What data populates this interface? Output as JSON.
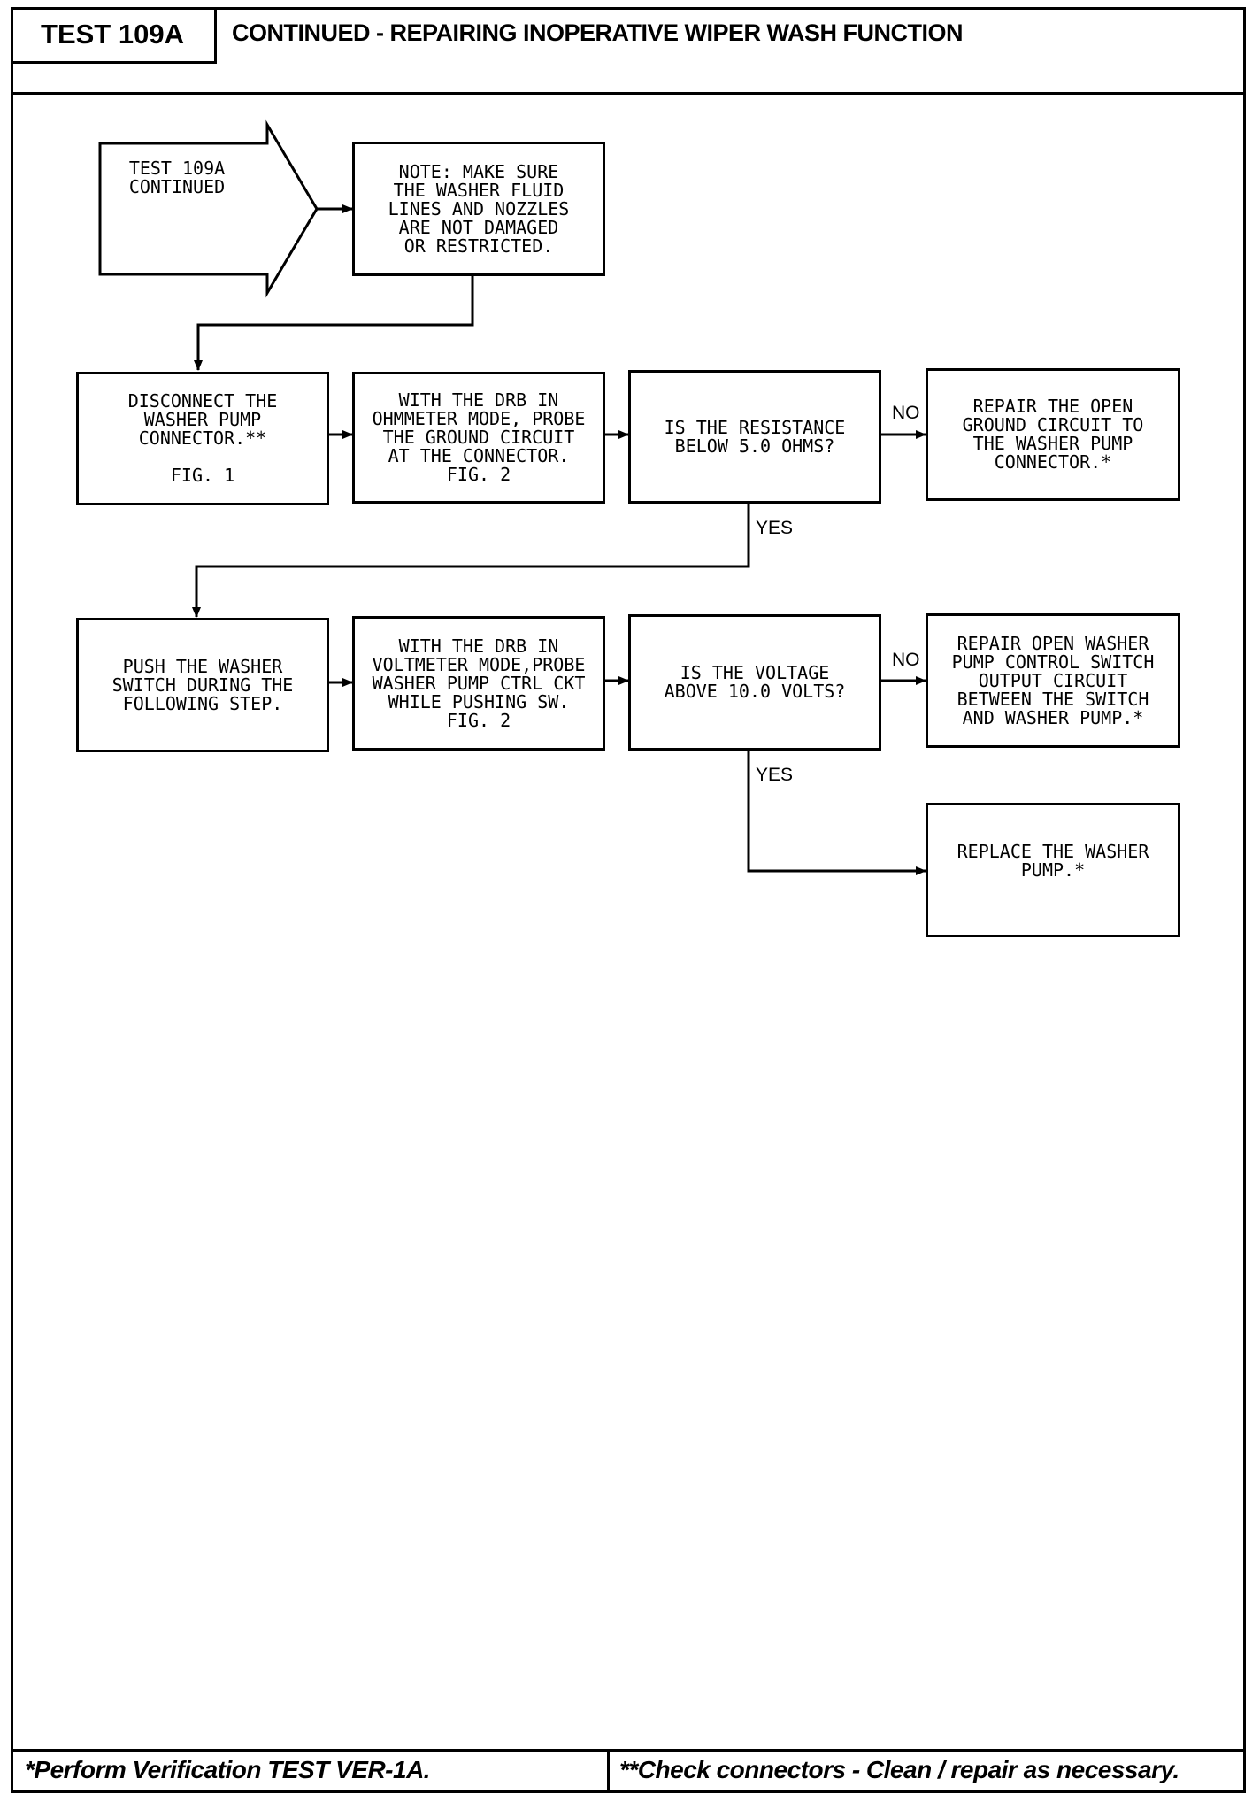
{
  "header": {
    "test_id": "TEST 109A",
    "title": "CONTINUED - REPAIRING INOPERATIVE WIPER WASH FUNCTION"
  },
  "flow": {
    "entry": "TEST 109A\nCONTINUED",
    "note": "NOTE:  MAKE SURE\nTHE WASHER FLUID\nLINES AND NOZZLES\nARE NOT DAMAGED\nOR RESTRICTED.",
    "disconnect": "DISCONNECT THE\nWASHER PUMP\nCONNECTOR.**",
    "disconnect_fig": "FIG. 1",
    "probe_ground": "WITH THE DRB IN\nOHMMETER MODE, PROBE\nTHE GROUND CIRCUIT\nAT THE CONNECTOR.\nFIG. 2",
    "q_resistance": "IS THE RESISTANCE\nBELOW 5.0 OHMS?",
    "repair_ground": "REPAIR THE OPEN\nGROUND CIRCUIT TO\nTHE WASHER PUMP\nCONNECTOR.*",
    "push_switch": "PUSH THE WASHER\nSWITCH DURING THE\nFOLLOWING STEP.",
    "probe_voltage": "WITH THE DRB IN\nVOLTMETER MODE,PROBE\nWASHER PUMP CTRL CKT\nWHILE PUSHING SW.\nFIG. 2",
    "q_voltage": "IS THE VOLTAGE\nABOVE 10.0 VOLTS?",
    "repair_switch": "REPAIR OPEN WASHER\nPUMP CONTROL SWITCH\nOUTPUT CIRCUIT\nBETWEEN THE SWITCH\nAND WASHER PUMP.*",
    "replace_pump": "REPLACE THE WASHER\nPUMP.*",
    "no_label_1": "NO",
    "yes_label_1": "YES",
    "no_label_2": "NO",
    "yes_label_2": "YES"
  },
  "footer": {
    "left": "*Perform Verification TEST VER-1A.",
    "right": "**Check connectors - Clean / repair as necessary."
  }
}
